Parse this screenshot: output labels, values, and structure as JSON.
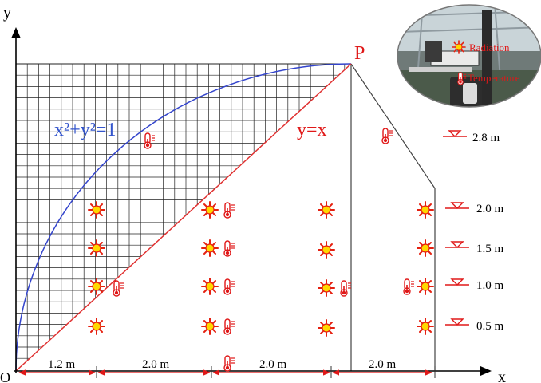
{
  "axes": {
    "x_label": "x",
    "y_label": "y",
    "origin_label": "O"
  },
  "point_label": "P",
  "circle_label": "x²+y²=1",
  "line_label": "y=x",
  "spacing_labels": [
    "1.2 m",
    "2.0 m",
    "2.0 m",
    "2.0 m"
  ],
  "height_labels": [
    "2.8 m",
    "2.0 m",
    "1.5 m",
    "1.0 m",
    "0.5 m"
  ],
  "inset": {
    "radiation_label": "Radiation",
    "temperature_label": "Temperature"
  },
  "colors": {
    "grid": "#222222",
    "arc": "#3344cc",
    "diagonal": "#e03030",
    "label_red": "#e01818",
    "label_blue": "#3355cc",
    "sun_fill": "#ffd800",
    "sun_ray": "#e52010"
  },
  "icons": {
    "radiation": "sun-icon",
    "temperature": "thermometer-icon",
    "height_marker": "level-marker-icon"
  }
}
